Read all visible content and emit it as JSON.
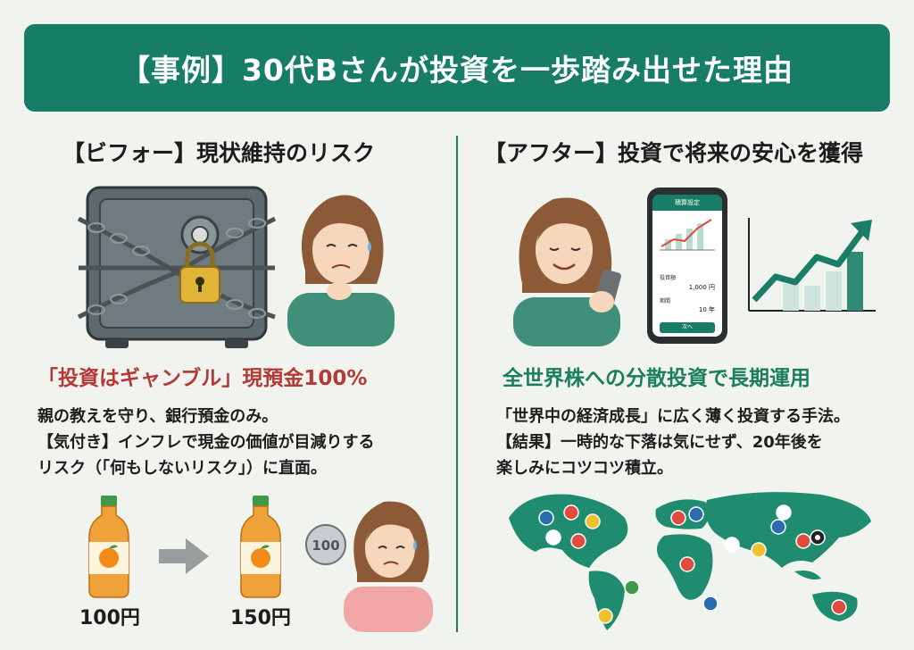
{
  "header": {
    "title": "【事例】30代Bさんが投資を一歩踏み出せた理由"
  },
  "before": {
    "title": "【ビフォー】現状維持のリスク",
    "headline": "「投資はギャンブル」現預金100%",
    "lines": [
      "親の教えを守り、銀行預金のみ。",
      "【気付き】インフレで現金の価値が目減りする",
      "リスク（「何もしないリスク」）に直面。"
    ],
    "price_before": "100円",
    "price_after": "150円",
    "coin_text": "100"
  },
  "after": {
    "title": "【アフター】投資で将来の安心を獲得",
    "headline": "全世界株への分散投資で長期運用",
    "lines": [
      "「世界中の経済成長」に広く薄く投資する手法。",
      "【結果】一時的な下落は気にせず、20年後を",
      "楽しみにコツコツ積立。"
    ],
    "phone": {
      "header": "積算設定",
      "row1_label": "投資額",
      "row1_value": "1,000 円",
      "row2_label": "期間",
      "row2_value": "10 年",
      "button": "次へ"
    }
  },
  "colors": {
    "brand_green": "#177d66",
    "warning_red": "#b33a36",
    "highlight_green": "#1b7f5c"
  },
  "icons": [
    "locked-safe-icon",
    "worried-woman-icon",
    "juice-bottle-icon",
    "arrow-right-icon",
    "coin-icon",
    "smiling-woman-icon",
    "smartphone-icon",
    "growth-chart-icon",
    "world-map-icon",
    "apple-logo-icon"
  ]
}
